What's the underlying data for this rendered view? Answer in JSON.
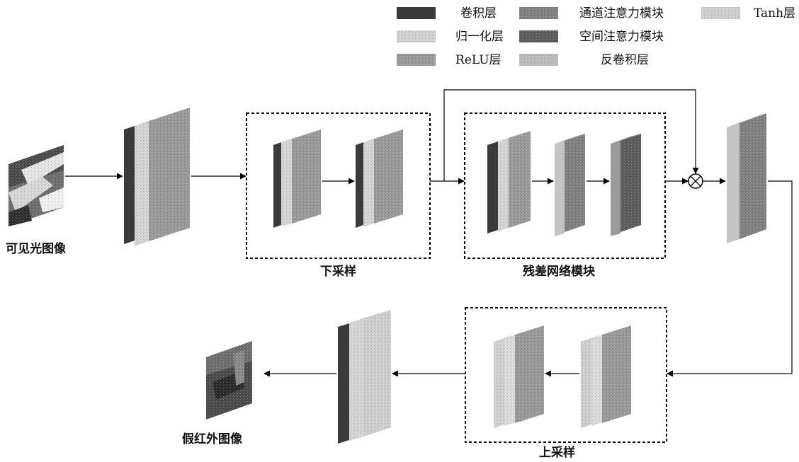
{
  "legend": {
    "conv": "卷积层",
    "norm": "归一化层",
    "relu": "ReLU层",
    "channel_attention": "通道注意力模块",
    "spatial_attention": "空间注意力模块",
    "deconv": "反卷积层",
    "tanh": "Tanh层"
  },
  "labels": {
    "input": "可见光图像",
    "output": "假红外图像",
    "downsample": "下采样",
    "residual": "残差网络模块",
    "upsample": "上采样"
  },
  "colors": {
    "conv": "#3a3a3a",
    "norm": "#d2d2d2",
    "relu": "#9a9a9a",
    "channel_attention": "#808080",
    "spatial_attention": "#5c5c5c",
    "deconv": "#bcbcbc",
    "tanh": "#cfcfcf"
  }
}
